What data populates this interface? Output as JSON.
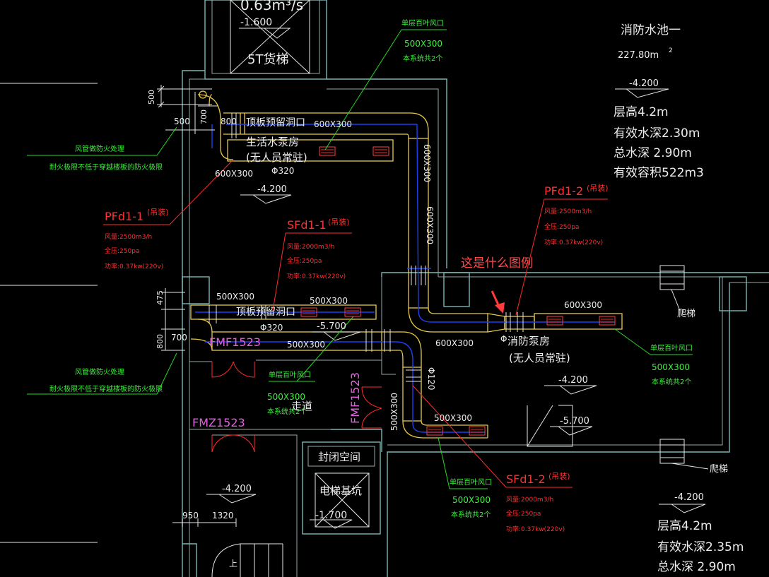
{
  "annotation": {
    "question": "这是什么图例",
    "color": "#ff3b3b"
  },
  "rooms": {
    "pool": {
      "name": "消防水池一",
      "area": "227.80m",
      "area_sup": "2"
    },
    "pool_levels": [
      "层高4.2m",
      "有效水深2.30m",
      "总水深 2.90m",
      "有效容积522m3"
    ],
    "pool_levels_2": [
      "层高4.2m",
      "有效水深2.35m",
      "总水深 2.90m"
    ],
    "freight_lift": "5T货梯",
    "flow": "0.63m³/s",
    "water_pump_room": [
      "生活水泵房",
      "(无人员常驻)"
    ],
    "fire_pump_room": [
      "消防泵房",
      "(无人员常驻)"
    ],
    "ceiling_opening": "顶板预留洞口",
    "ceiling_opening_2": "顶板预留洞口",
    "sealed_space": "封闭空间",
    "elevator_pit": "电梯基坑",
    "corridor": "走道",
    "ladder": "爬梯",
    "up": "上"
  },
  "elevations": {
    "e1": "-1.600",
    "e2": "-4.200",
    "e3": "-4.200",
    "e4": "-5.700",
    "e5": "-4.200",
    "e6": "-5.700",
    "e7": "-4.200",
    "e8": "-1.700",
    "e9": "-4.200"
  },
  "ducts": {
    "d1": "600X300",
    "d2": "600X300",
    "d3": "600X300",
    "d4": "600X300",
    "d5": "500X300",
    "d6": "500X300",
    "d7": "500X300",
    "d8": "600X300",
    "d9": "500X300",
    "d10": "600X300",
    "d11": "500X300"
  },
  "dims": {
    "a": "500",
    "b": "700",
    "c": "500",
    "d": "800",
    "e": "475",
    "f": "700",
    "g": "800",
    "h": "950",
    "i": "1320",
    "phi1": "Φ320",
    "phi2": "Φ320",
    "phi3": "Φ120",
    "phi4": "Φ"
  },
  "fans": {
    "pfd1_1": {
      "tag": "PFd1-1",
      "mount": "(吊装)",
      "l1": "风量:2500m3/h",
      "l2": "全压:250pa",
      "l3": "功率:0.37kw(220v)"
    },
    "sfd1_1": {
      "tag": "SFd1-1",
      "mount": "(吊装)",
      "l1": "风量:2000m3/h",
      "l2": "全压:250pa",
      "l3": "功率:0.37kw(220v)"
    },
    "pfd1_2": {
      "tag": "PFd1-2",
      "mount": "(吊装)",
      "l1": "风量:2500m3/h",
      "l2": "全压:250pa",
      "l3": "功率:0.37kw(220v)"
    },
    "sfd1_2": {
      "tag": "SFd1-2",
      "mount": "(吊装)",
      "l1": "风量:2000m3/h",
      "l2": "全压:250pa",
      "l3": "功率:0.37kw(220v)"
    }
  },
  "louvers": {
    "top": {
      "title": "单层百叶风口",
      "size": "500X300",
      "note": "本系统共2个"
    },
    "right": {
      "title": "单层百叶风口",
      "size": "500X300",
      "note": "本系统共2个"
    },
    "mid": {
      "title": "单层百叶风口",
      "size": "500X300",
      "note": "本系统共2个"
    },
    "bottom": {
      "title": "单层百叶风口",
      "size": "500X300",
      "note": "本系统共2个"
    }
  },
  "fire_notes": {
    "n1": {
      "l1": "风管做防火处理",
      "l2": "耐火极限不低于穿越楼板的防火极限"
    },
    "n2": {
      "l1": "风管做防火处理",
      "l2": "耐火极限不低于穿越楼板的防火极限"
    }
  },
  "doors": {
    "d1": "FMF1523",
    "d2": "FMF1523",
    "d3": "FMZ1523"
  }
}
